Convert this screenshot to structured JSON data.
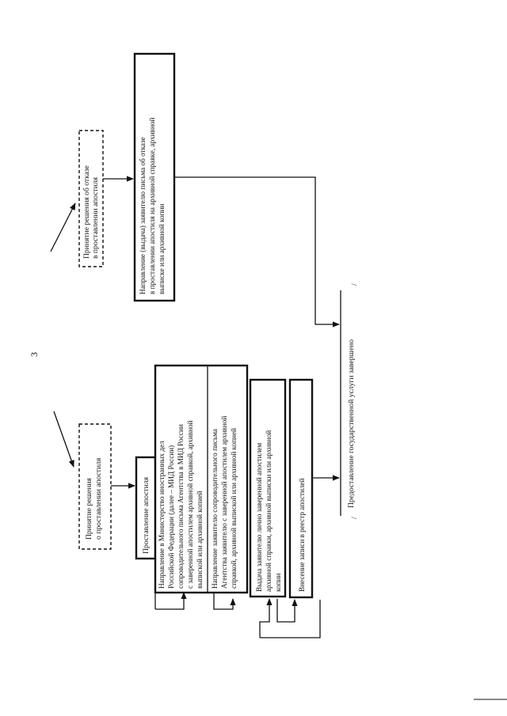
{
  "page": {
    "number": "3"
  },
  "decisions": {
    "apostille": [
      "Принятие решения",
      "о проставлении апостиля"
    ],
    "refusal": [
      "Принятие решения об отказе",
      "в проставлении апостиля"
    ]
  },
  "apostille_step": {
    "title": "Проставление апостиля",
    "mfa_sending": [
      "Направление   в   Министерство   иностранных   дел",
      "Российской   Федерации   (далее  –  МИД  России)",
      "сопроводительного письма Агентства в МИД России",
      "с заверенной апостилем архивной справкой, архивной",
      "выпиской или архивной копией"
    ],
    "cover_letter": [
      "Направление  заявителю  сопроводительного  письма",
      "Агентства заявителю с заверенной апостилем архивной",
      "справкой, архивной выпиской или архивной копией"
    ],
    "personal_issue": [
      "Выдача     заявителю    лично    заверенной    апостилем",
      "архивной  справки,  архивной  выписки  или  архивной",
      "копии"
    ],
    "registry_entry": "Внесение записи в реестр апостилей"
  },
  "refusal_step": {
    "letter": [
      "Направление      (выдача)      заявителю      письма      об      отказе",
      "в   проставлении   апостиля   на   архивной   справке,   архивной",
      "выписке или архивной копии"
    ]
  },
  "completion": {
    "label": "Предоставление государственной услуги завершено",
    "mark_left": "/",
    "mark_right": "/"
  }
}
